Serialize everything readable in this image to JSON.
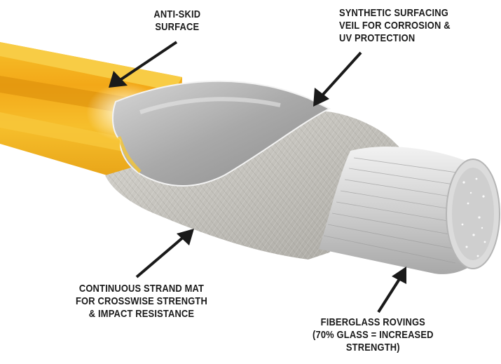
{
  "labels": {
    "anti_skid": [
      "ANTI-SKID",
      "SURFACE"
    ],
    "surfacing_veil": [
      "SYNTHETIC SURFACING",
      "VEIL FOR CORROSION &",
      "UV PROTECTION"
    ],
    "strand_mat": [
      "CONTINUOUS STRAND MAT",
      "FOR CROSSWISE STRENGTH",
      "& IMPACT RESISTANCE"
    ],
    "rovings": [
      "FIBERGLASS ROVINGS",
      "(70% GLASS = INCREASED",
      "STRENGTH)"
    ]
  },
  "colors": {
    "grating": "#f5b61f",
    "veil": "#b4b4b4",
    "mat": "#cfcdc7",
    "rovings": "#e6e6e6",
    "arrow": "#1a1a1a"
  }
}
